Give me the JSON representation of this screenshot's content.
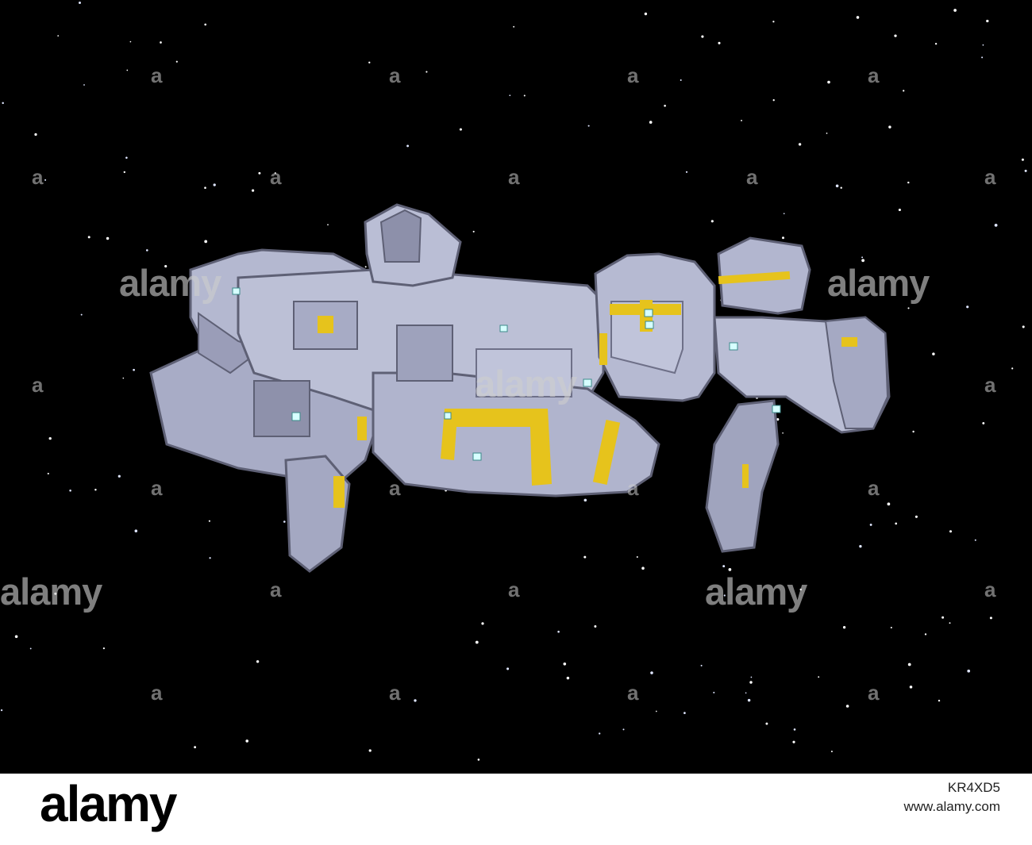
{
  "watermark": {
    "text": "alamy",
    "mark": "a"
  },
  "footer": {
    "logo": "alamy",
    "image_id": "KR4XD5",
    "url": "www.alamy.com"
  },
  "colors": {
    "space": "#000000",
    "hull": "#b9bdd4",
    "hull_shadow": "#8d90aa",
    "hull_dark": "#5e6075",
    "accent": "#e6c31c",
    "window": "#d6ffff"
  }
}
